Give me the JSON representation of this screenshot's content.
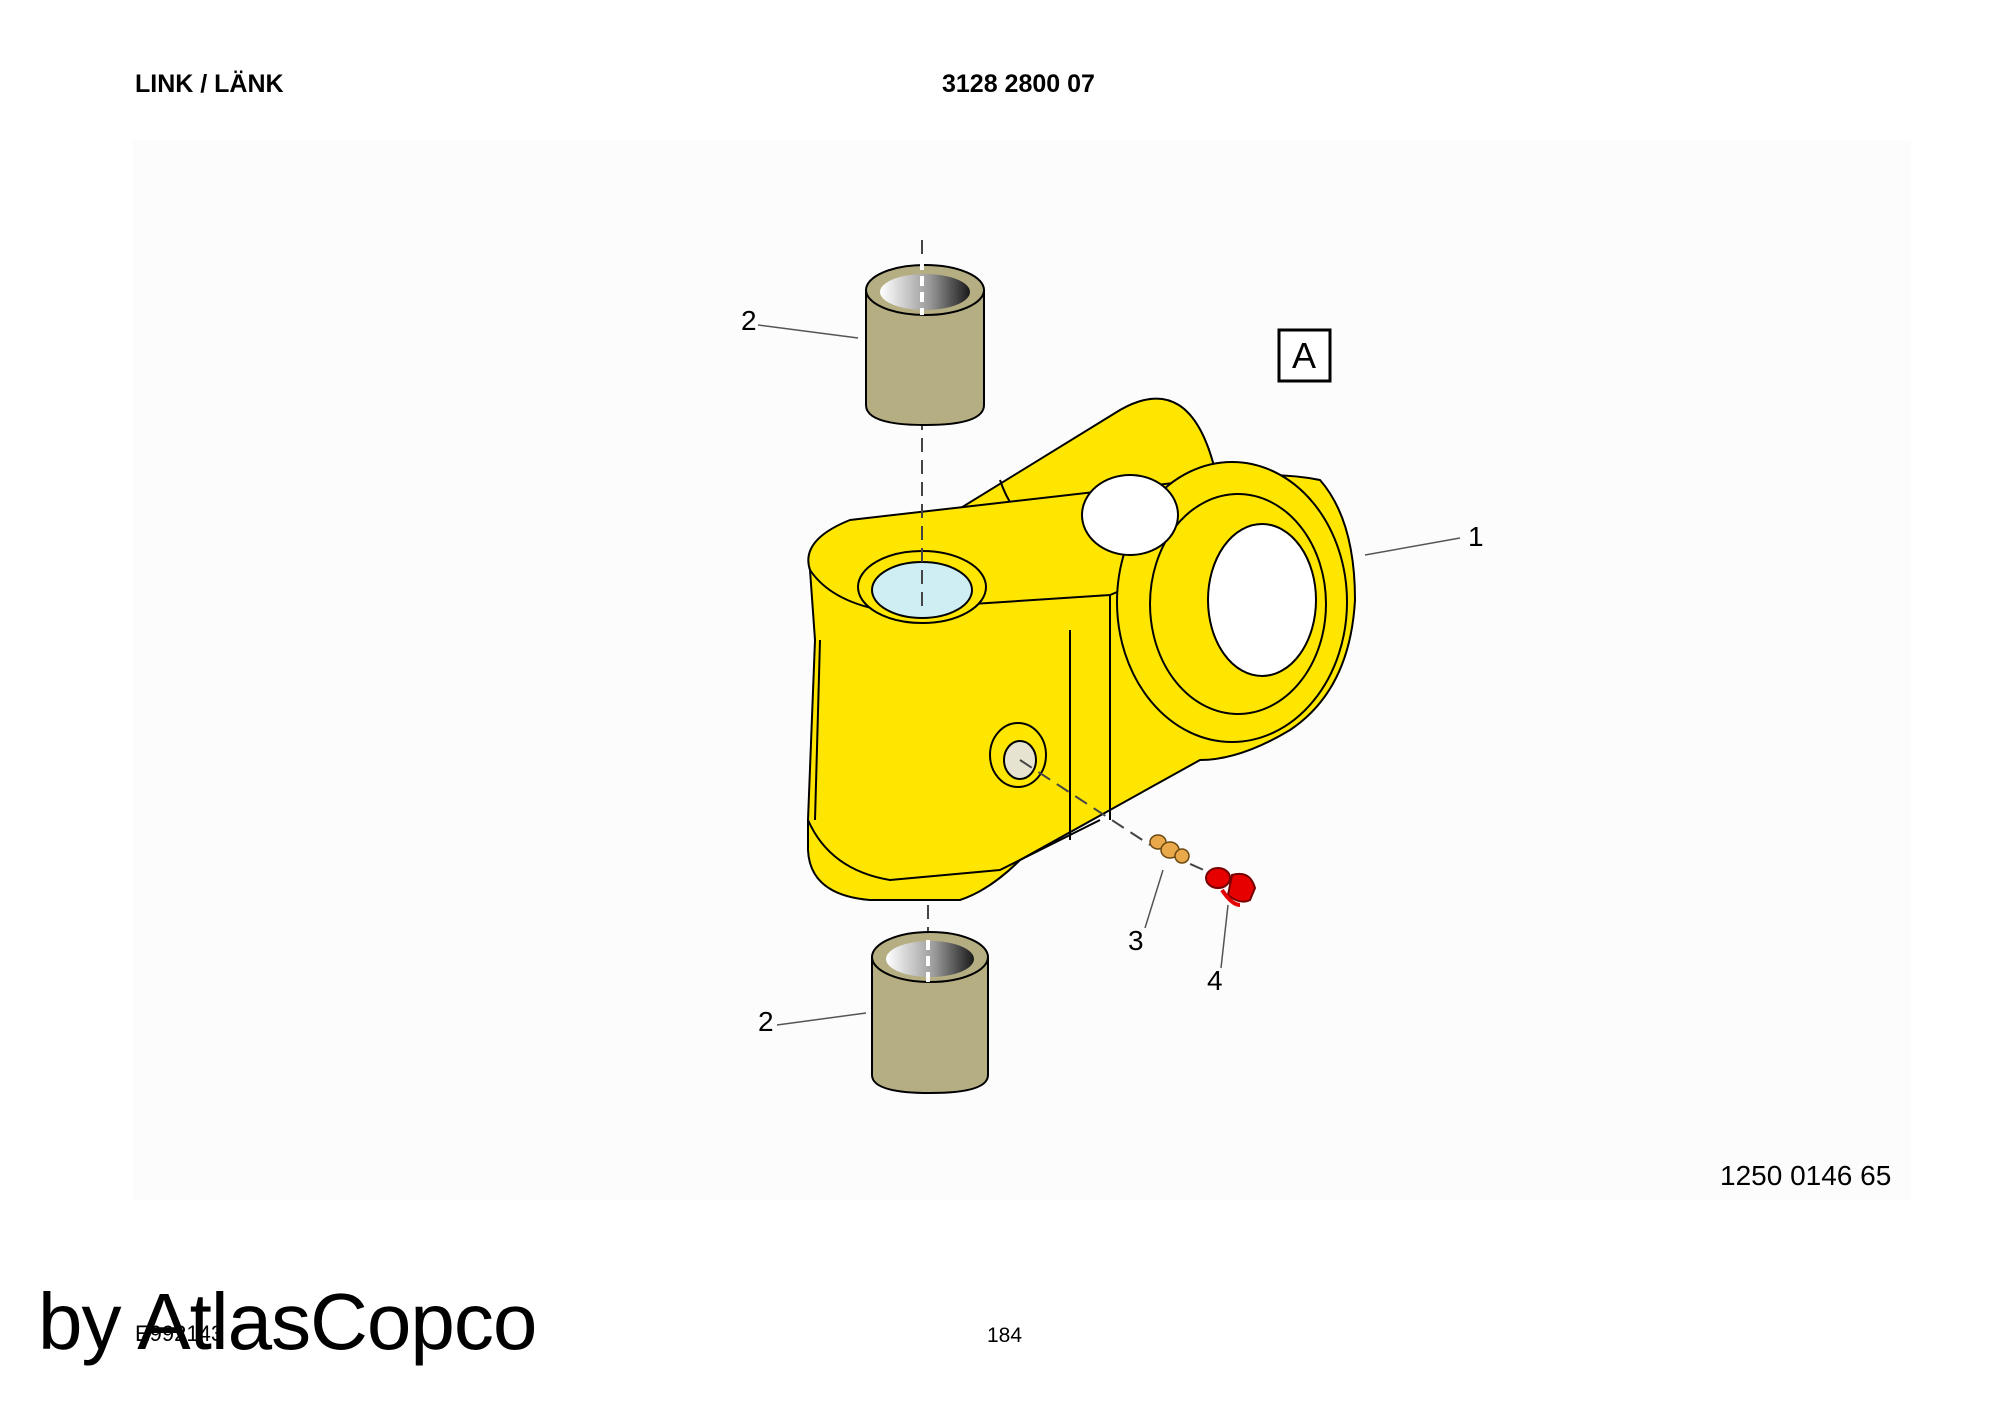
{
  "header": {
    "title": "LINK / LÄNK",
    "part_number": "3128 2800 07"
  },
  "drawing": {
    "view_label": "A",
    "callouts": [
      "1",
      "2",
      "2",
      "3",
      "4"
    ],
    "illustration_number": "1250 0146 65"
  },
  "footer": {
    "code": "E992143",
    "page": "184"
  },
  "watermark": "by AtlasCopco",
  "colors": {
    "link_body": "#ffe600",
    "bushing": "#b5ae82",
    "bore": "#cfeef4",
    "nipple": "#e9a84a",
    "cap": "#e60000",
    "outline": "#000000"
  }
}
